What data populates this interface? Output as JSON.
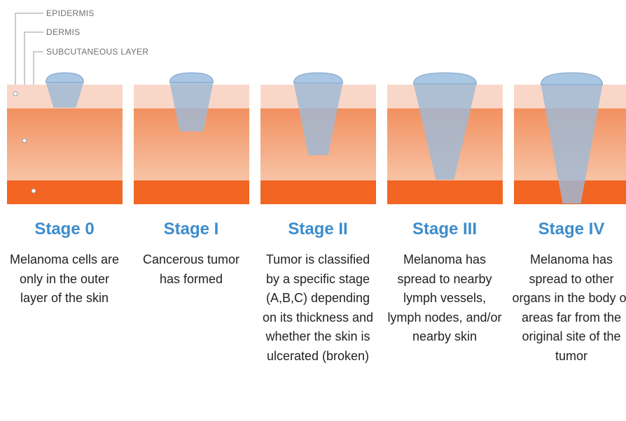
{
  "legend": {
    "epidermis": "EPIDERMIS",
    "dermis": "DERMIS",
    "subcutaneous": "SUBCUTANEOUS LAYER"
  },
  "colors": {
    "epidermis": "#f9d7c8",
    "dermis_top": "#f29060",
    "dermis_bottom": "#f7c3a5",
    "subcutaneous": "#f26522",
    "tumor": "#9fb9d6",
    "tumor_cap": "#a9c6e2",
    "title": "#3d8ccc"
  },
  "stages": [
    {
      "title": "Stage 0",
      "description": "Melanoma cells are only in the outer layer of the skin",
      "depth": "epidermis"
    },
    {
      "title": "Stage I",
      "description": "Cancerous tumor has formed",
      "depth": "upper dermis"
    },
    {
      "title": "Stage II",
      "description": "Tumor is classified by a specific stage (A,B,C) depending on its thickness and whether the skin is ulcerated (broken)",
      "depth": "mid dermis"
    },
    {
      "title": "Stage III",
      "description": "Melanoma has spread to nearby lymph vessels, lymph nodes, and/or nearby skin",
      "depth": "full dermis"
    },
    {
      "title": "Stage IV",
      "description": "Melanoma has spread to other organs in the body or areas far from the original site of the tumor",
      "depth": "subcutaneous layer"
    }
  ]
}
